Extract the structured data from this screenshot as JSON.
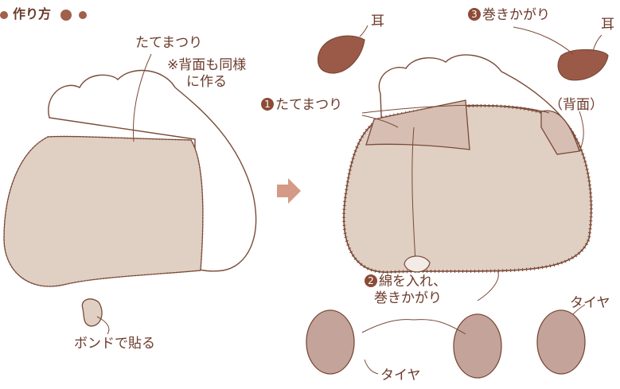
{
  "header": {
    "title": "作り方"
  },
  "colors": {
    "text": "#6b3a2a",
    "outline": "#7a4a38",
    "body_fill": "#e0cfc3",
    "dark_fill": "#9b5a47",
    "tire_fill": "#c4a49a",
    "arrow": "#d49a86"
  },
  "labels": {
    "tatematsuri": "たてまつり",
    "same_back_1": "※背面も同様",
    "same_back_2": "に作る",
    "bond": "ボンドで貼る",
    "ear_left": "耳",
    "ear_right": "耳",
    "step3_num": "3",
    "step3": "巻きかがり",
    "step1_num": "1",
    "step1": "たてまつり",
    "back": "（背面）",
    "step2_num": "2",
    "step2_line1": "綿を入れ、",
    "step2_line2": "巻きかがり",
    "tire_right": "タイヤ",
    "tire_bottom": "タイヤ"
  },
  "icons": [
    "bullet-dot-icon",
    "arrow-right-icon",
    "step-number-icon"
  ]
}
